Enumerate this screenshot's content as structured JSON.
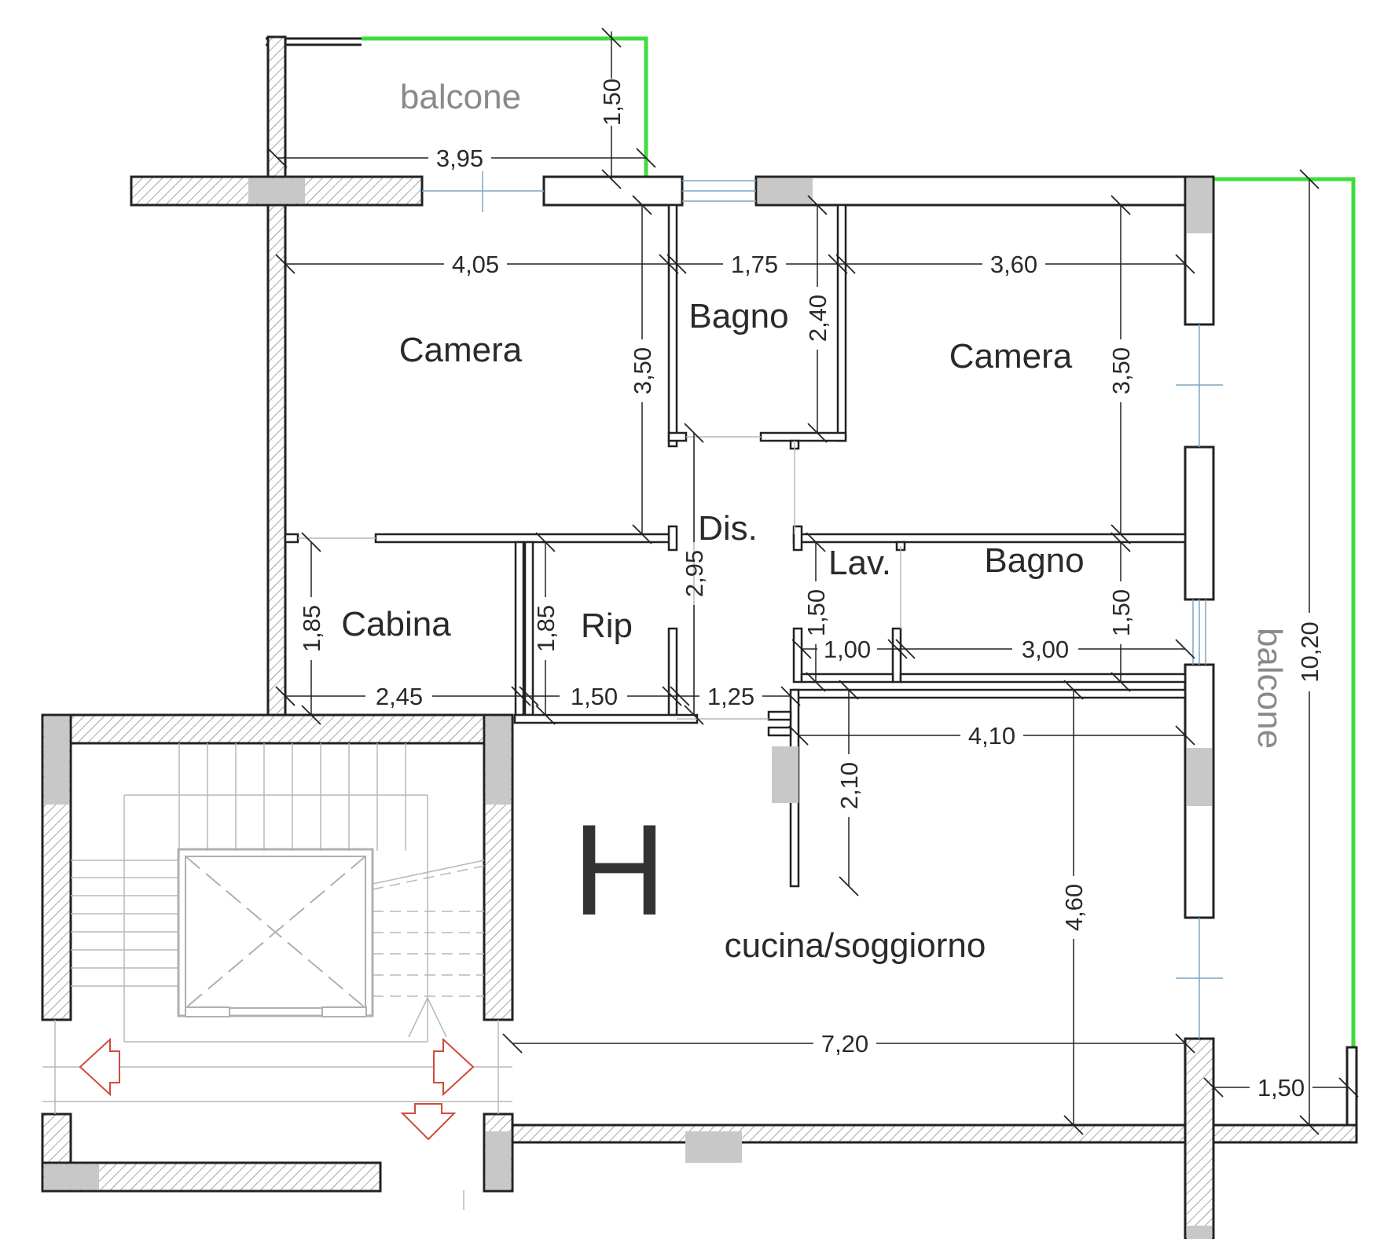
{
  "plan": {
    "unit_letter": "H",
    "rooms": {
      "balcone_top": "balcone",
      "camera_left": "Camera",
      "bagno_top": "Bagno",
      "camera_right": "Camera",
      "dis": "Dis.",
      "lav": "Lav.",
      "bagno_right": "Bagno",
      "cabina": "Cabina",
      "rip": "Rip",
      "cucina": "cucina/soggiorno",
      "balcone_right": "balcone"
    },
    "dimensions": {
      "balcone_depth": "1,50",
      "balcone_width": "3,95",
      "camera_left_w": "4,05",
      "bagno_w": "1,75",
      "camera_right_w": "3,60",
      "bagno_depth": "2,40",
      "camera_left_depth": "3,50",
      "camera_right_depth": "3,50",
      "dis_depth": "2,95",
      "cabina_depth": "1,85",
      "rip_depth": "1,85",
      "lav_depth": "1,50",
      "bagno_right_depth": "1,50",
      "lav_w": "1,00",
      "bagno_right_w": "3,00",
      "cabina_w": "2,45",
      "rip_w": "1,50",
      "corridor_w": "1,25",
      "cucina_upper_w": "4,10",
      "cucina_nook_depth": "2,10",
      "cucina_depth": "4,60",
      "cucina_w": "7,20",
      "balcone_right_w": "1,50",
      "balcone_right_len": "10,20"
    }
  }
}
